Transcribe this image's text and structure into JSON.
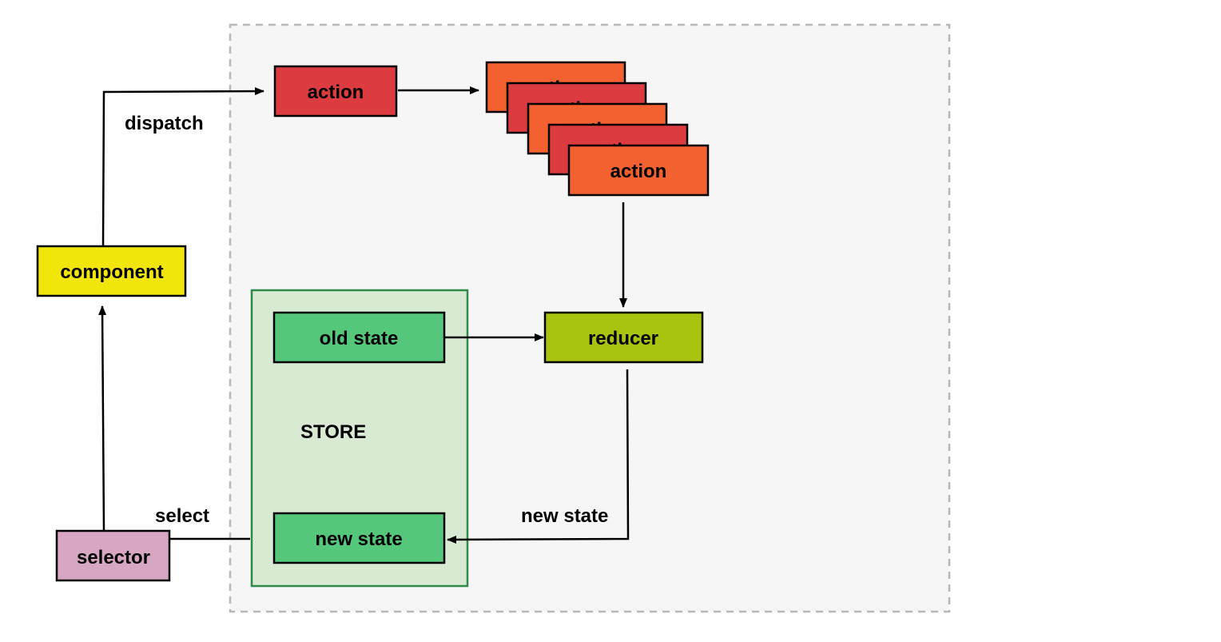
{
  "diagram": {
    "nodes": {
      "component": {
        "label": "component",
        "color": "#f2e50a"
      },
      "selector": {
        "label": "selector",
        "color": "#d7a6c2"
      },
      "action": {
        "label": "action",
        "color": "#dc3b3f"
      },
      "action_stack": {
        "label": "action",
        "colors": [
          "#f46130",
          "#dc3b3f",
          "#f46130",
          "#dc3b3f",
          "#f46130"
        ]
      },
      "reducer": {
        "label": "reducer",
        "color": "#aac30e"
      },
      "old_state": {
        "label": "old state",
        "color": "#55c77b"
      },
      "new_state": {
        "label": "new state",
        "color": "#55c77b"
      }
    },
    "store": {
      "label": "STORE",
      "fill": "#d9ead3",
      "border": "#2e8b45"
    },
    "region": {
      "fill": "#f6f6f6",
      "border": "#b7b7b7"
    },
    "edge_labels": {
      "dispatch": "dispatch",
      "select": "select",
      "new_state": "new state"
    }
  }
}
